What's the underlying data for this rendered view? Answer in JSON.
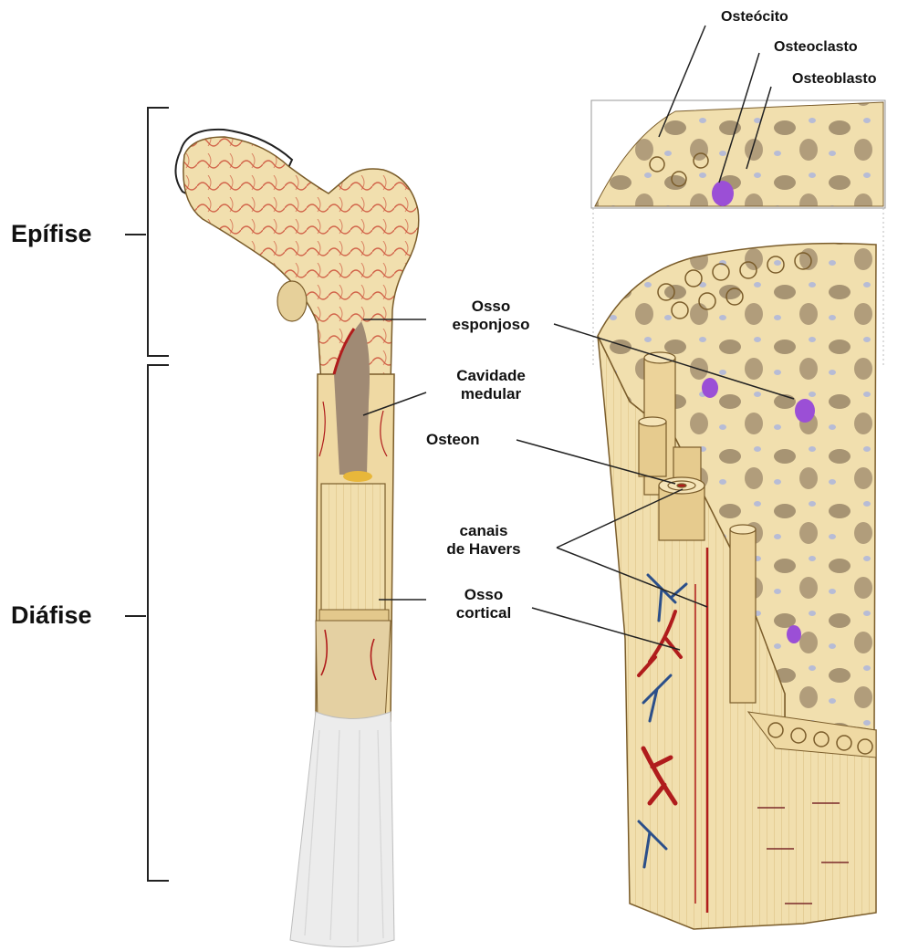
{
  "labels": {
    "epifise": "Epífise",
    "diafise": "Diáfise",
    "osteocito": "Osteócito",
    "osteoclasto": "Osteoclasto",
    "osteoblasto": "Osteoblasto",
    "osso_esponjoso_1": "Osso",
    "osso_esponjoso_2": "esponjoso",
    "cavidade_medular_1": "Cavidade",
    "cavidade_medular_2": "medular",
    "osteon": "Osteon",
    "canais_havers_1": "canais",
    "canais_havers_2": "de Havers",
    "osso_cortical_1": "Osso",
    "osso_cortical_2": "cortical"
  },
  "colors": {
    "bone": "#f1dfae",
    "bone_dark": "#d9bd7f",
    "artery": "#b01c1c",
    "vein": "#2b4f8a",
    "marrow": "#a08a74",
    "osteoclast": "#9b4fd6",
    "cartilage": "#e8e8e8"
  }
}
